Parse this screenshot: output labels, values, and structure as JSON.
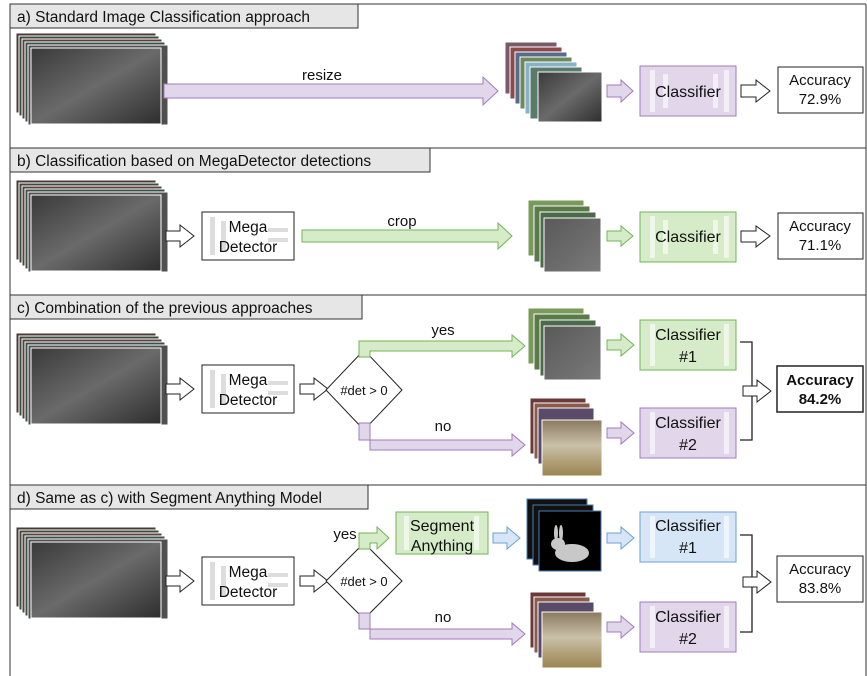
{
  "panels": {
    "a": {
      "title": "a) Standard Image Classification approach",
      "arrow_label": "resize",
      "classifier": "Classifier",
      "accuracy_label": "Accuracy",
      "accuracy_value": "72.9%"
    },
    "b": {
      "title": "b) Classification based on MegaDetector detections",
      "detector": [
        "Mega",
        "Detector"
      ],
      "arrow_label": "crop",
      "classifier": "Classifier",
      "accuracy_label": "Accuracy",
      "accuracy_value": "71.1%"
    },
    "c": {
      "title": "c) Combination of the previous approaches",
      "detector": [
        "Mega",
        "Detector"
      ],
      "decision": "#det > 0",
      "yes_label": "yes",
      "no_label": "no",
      "classifier1": [
        "Classifier",
        "#1"
      ],
      "classifier2": [
        "Classifier",
        "#2"
      ],
      "accuracy_label": "Accuracy",
      "accuracy_value": "84.2%"
    },
    "d": {
      "title": "d) Same as c) with Segment Anything Model",
      "detector": [
        "Mega",
        "Detector"
      ],
      "decision": "#det > 0",
      "yes_label": "yes",
      "no_label": "no",
      "segment": [
        "Segment",
        "Anything"
      ],
      "classifier1": [
        "Classifier",
        "#1"
      ],
      "classifier2": [
        "Classifier",
        "#2"
      ],
      "accuracy_label": "Accuracy",
      "accuracy_value": "83.8%"
    }
  },
  "colors": {
    "purple_fill": "#e2d6ea",
    "purple_stroke": "#a07cb8",
    "green_fill": "#d6ebc7",
    "green_stroke": "#74b35a",
    "blue_fill": "#d6e6f7",
    "blue_stroke": "#6e9fd6",
    "panel_header": "#e6e6e6"
  }
}
